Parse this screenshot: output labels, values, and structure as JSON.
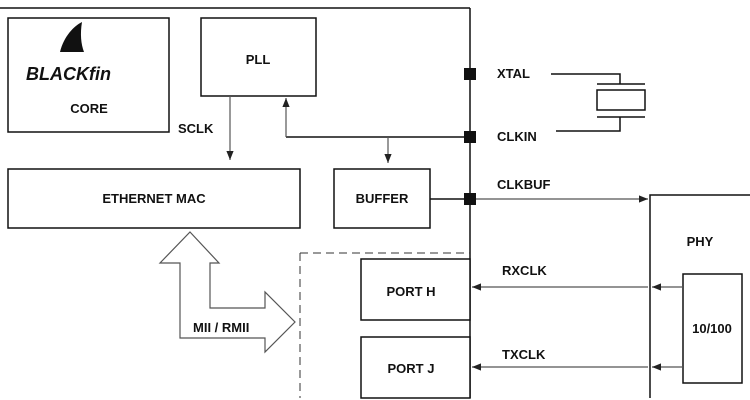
{
  "blocks": {
    "logo_text": "BLACKfin",
    "core": "CORE",
    "pll": "PLL",
    "ethernet_mac": "ETHERNET MAC",
    "buffer": "BUFFER",
    "port_h": "PORT H",
    "port_j": "PORT J",
    "phy": "PHY",
    "phy_sub": "10/100"
  },
  "signals": {
    "sclk": "SCLK",
    "xtal": "XTAL",
    "clkin": "CLKIN",
    "clkbuf": "CLKBUF",
    "rxclk": "RXCLK",
    "txclk": "TXCLK",
    "mii": "MII / RMII"
  }
}
